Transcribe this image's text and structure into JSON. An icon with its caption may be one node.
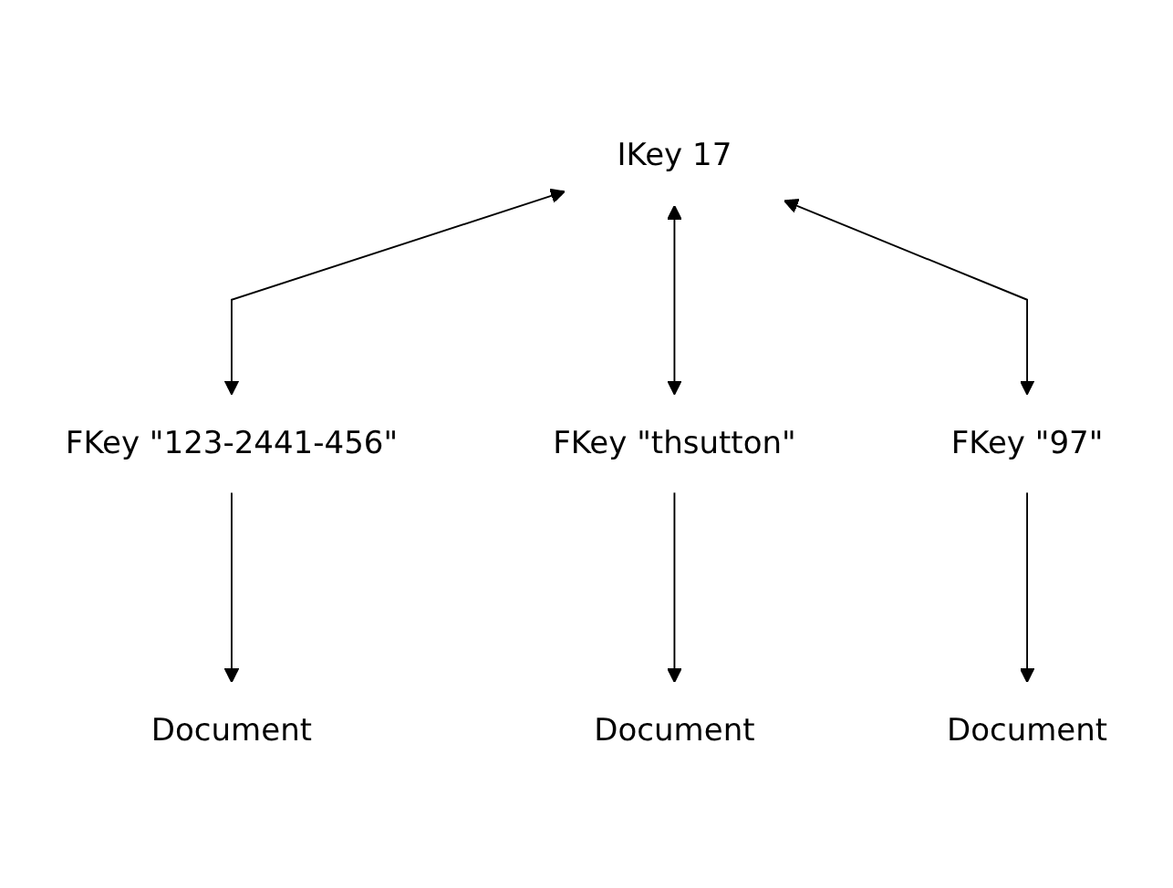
{
  "diagram": {
    "nodes": [
      {
        "text": [
          "IKey 17"
        ]
      },
      {
        "text": [
          "FKey \"123-2441-456\""
        ]
      },
      {
        "text": [
          "FKey \"thsutton\""
        ]
      },
      {
        "text": [
          "FKey \"97\""
        ]
      },
      {
        "text": [
          "Document"
        ]
      },
      {
        "text": [
          "Document"
        ]
      },
      {
        "text": [
          "Document"
        ]
      }
    ],
    "edges": [
      {
        "from": 0,
        "to": 1,
        "arrow": "both"
      },
      {
        "from": 0,
        "to": 2,
        "arrow": "both"
      },
      {
        "from": 0,
        "to": 3,
        "arrow": "both"
      },
      {
        "from": 1,
        "to": 4,
        "arrow": "to"
      },
      {
        "from": 2,
        "to": 5,
        "arrow": "to"
      },
      {
        "from": 3,
        "to": 6,
        "arrow": "to"
      }
    ]
  }
}
